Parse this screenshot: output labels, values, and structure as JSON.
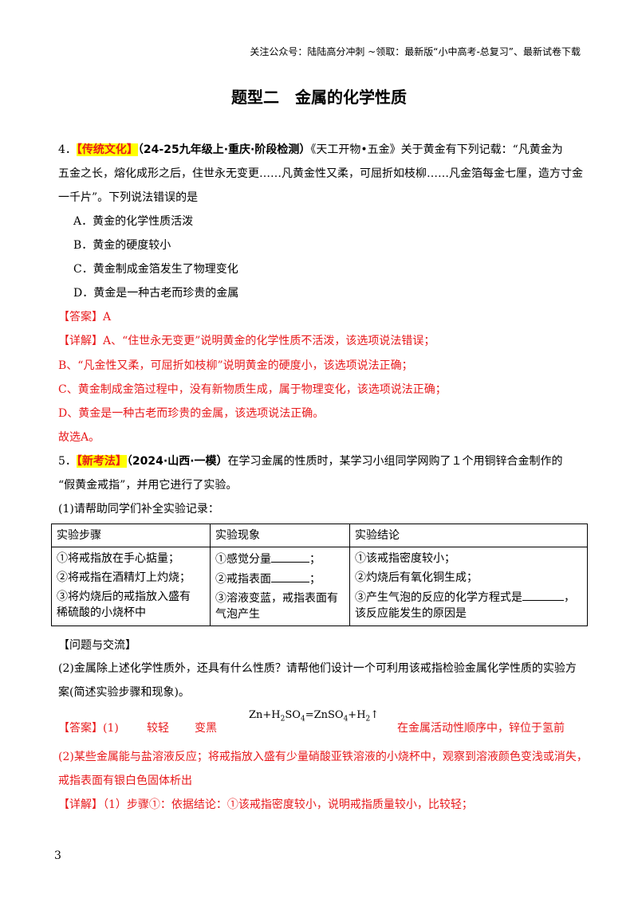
{
  "header": "关注公众号：陆陆高分冲刺  ~领取：最新版“小中高考-总复习”、最新试卷下载",
  "title": "题型二　金属的化学性质",
  "q4": {
    "num": "4．",
    "tag": "【传统文化】",
    "source": "（24-25九年级上·重庆·阶段检测）",
    "line1": "《天工开物•五金》关于黄金有下列记载：“凡黄金为",
    "line2": "五金之长，熔化成形之后，住世永无变更……凡黄金性又柔，可屈折如枝柳……凡金箔每金七厘，造方寸金",
    "line3": "一千片”。下列说法错误的是",
    "optA": "A．黄金的化学性质活泼",
    "optB": "B．黄金的硬度较小",
    "optC": "C．黄金制成金箔发生了物理变化",
    "optD": "D．黄金是一种古老而珍贵的金属",
    "answer": "【答案】A",
    "exp1": "【详解】A、“住世永无变更”说明黄金的化学性质不活泼，该选项说法错误；",
    "exp2": "B、“凡金性又柔，可屈折如枝柳”说明黄金的硬度小，该选项说法正确；",
    "exp3": "C、黄金制成金箔过程中，没有新物质生成，属于物理变化，该选项说法正确；",
    "exp4": "D、黄金是一种古老而珍贵的金属，该选项说法正确。",
    "exp5": "故选A。"
  },
  "q5": {
    "num": "5．",
    "tag": "【新考法】",
    "source": "（2024·山西·一模）",
    "line1": "在学习金属的性质时，某学习小组同学网购了１个用铜锌合金制作的",
    "line2": "“假黄金戒指”，并用它进行了实验。",
    "line3": "(1)请帮助同学们补全实验记录：",
    "table": {
      "headers": [
        "实验步骤",
        "实验现象",
        "实验结论"
      ],
      "r1": [
        "①将戒指放在手心掂量；",
        "①感觉分量",
        "①该戒指密度较小；"
      ],
      "r2": [
        "②将戒指在酒精灯上灼烧；",
        "②戒指表面",
        "②灼烧后有氧化铜生成；"
      ],
      "r3a": [
        "③将灼烧后的戒指放入盛有",
        "③溶液变蓝，戒指表面有",
        "③产生气泡的反应的化学方程式是"
      ],
      "r3b": [
        "稀硫酸的小烧杯中",
        "气泡产生",
        "该反应能发生的原因是"
      ],
      "semi": "；",
      "comma": "，"
    },
    "issue": "【问题与交流】",
    "line4": "(2)金属除上述化学性质外，还具有什么性质？请帮他们设计一个可利用该戒指检验金属化学性质的实验方",
    "line5": "案(简述实验步骤和现象)。",
    "answer_label": "【答案】(1)",
    "ans1": "较轻",
    "ans2": "变黑",
    "eq": {
      "a": "Zn+H",
      "b": "2",
      "c": "SO",
      "d": "4",
      "e": "=ZnSO",
      "f": "4",
      "g": "+H",
      "h": "2",
      "i": "↑"
    },
    "ans4": "在金属活动性顺序中，锌位于氢前",
    "ans5a": "(2)某些金属能与盐溶液反应；将戒指放入盛有少量硝酸亚铁溶液的小烧杯中，观察到溶液颜色变浅或消失，",
    "ans5b": "戒指表面有银白色固体析出",
    "exp1": "【详解】（1）步骤①：依据结论：①该戒指密度较小，说明戒指质量较小，比较轻；"
  },
  "page_number": "3"
}
